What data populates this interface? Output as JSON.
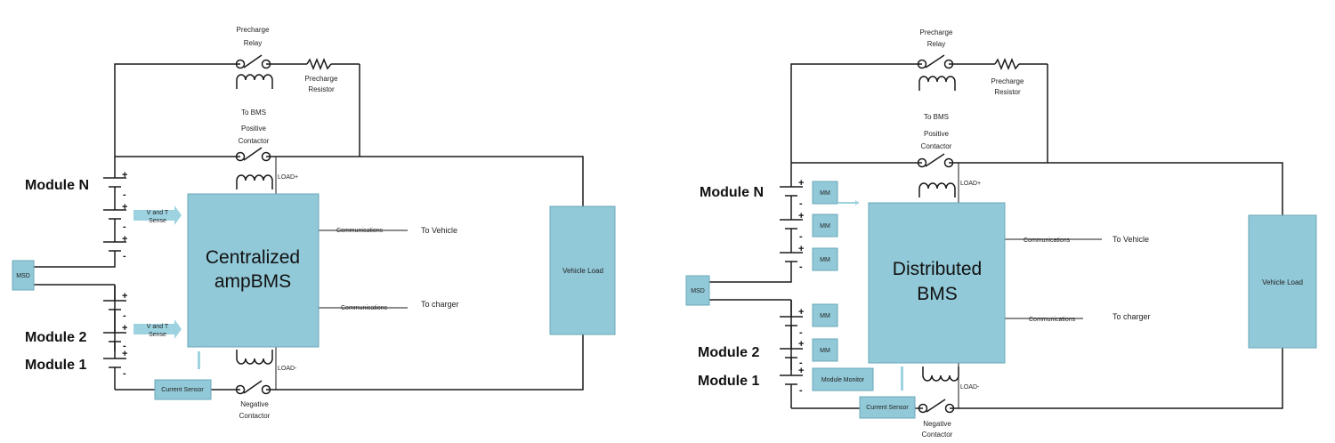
{
  "left": {
    "precharge_relay": "Precharge\nRelay",
    "precharge_resistor": "Precharge\nResistor",
    "to_bms": "To BMS",
    "positive_contactor": "Positive\nContactor",
    "negative_contactor": "Negative\nContactor",
    "load_plus": "LOAD+",
    "load_minus": "LOAD-",
    "module_n": "Module N",
    "module_2": "Module 2",
    "module_1": "Module 1",
    "msd": "MSD",
    "v_and_t_sense": "V and T\nSense",
    "bms": "Centralized\nampBMS",
    "communications": "Communications",
    "to_vehicle": "To Vehicle",
    "to_charger": "To charger",
    "vehicle_load": "Vehicle Load",
    "current_sensor": "Current Sensor"
  },
  "right": {
    "precharge_relay": "Precharge\nRelay",
    "precharge_resistor": "Precharge\nResistor",
    "to_bms": "To BMS",
    "positive_contactor": "Positive\nContactor",
    "negative_contactor": "Negative\nContactor",
    "load_plus": "LOAD+",
    "load_minus": "LOAD-",
    "module_n": "Module N",
    "module_2": "Module 2",
    "module_1": "Module 1",
    "msd": "MSD",
    "mm": "MM",
    "module_monitor": "Module Monitor",
    "bms": "Distributed\nBMS",
    "communications": "Communications",
    "to_vehicle": "To Vehicle",
    "to_charger": "To charger",
    "vehicle_load": "Vehicle Load",
    "current_sensor": "Current Sensor"
  },
  "symbols": {
    "plus": "+",
    "minus": "-"
  }
}
